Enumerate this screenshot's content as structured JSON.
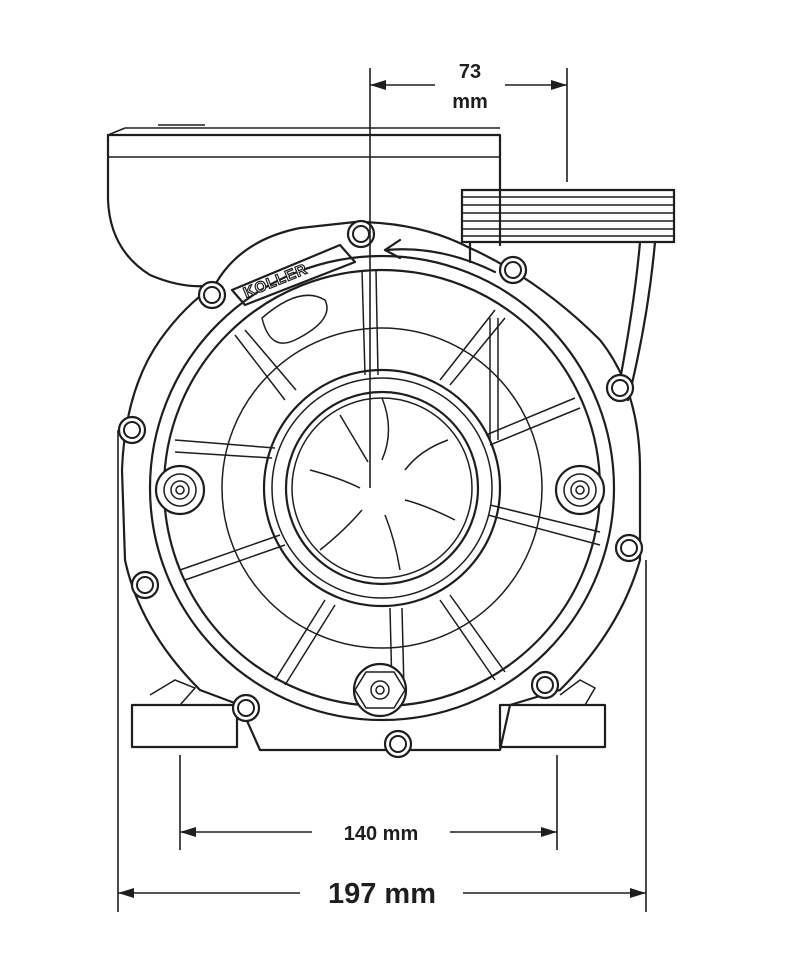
{
  "brand_label": "KOLLER",
  "dimensions": {
    "outlet_offset_value": "73",
    "outlet_offset_unit": "mm",
    "foot_spacing": "140 mm",
    "overall_width": "197 mm"
  }
}
